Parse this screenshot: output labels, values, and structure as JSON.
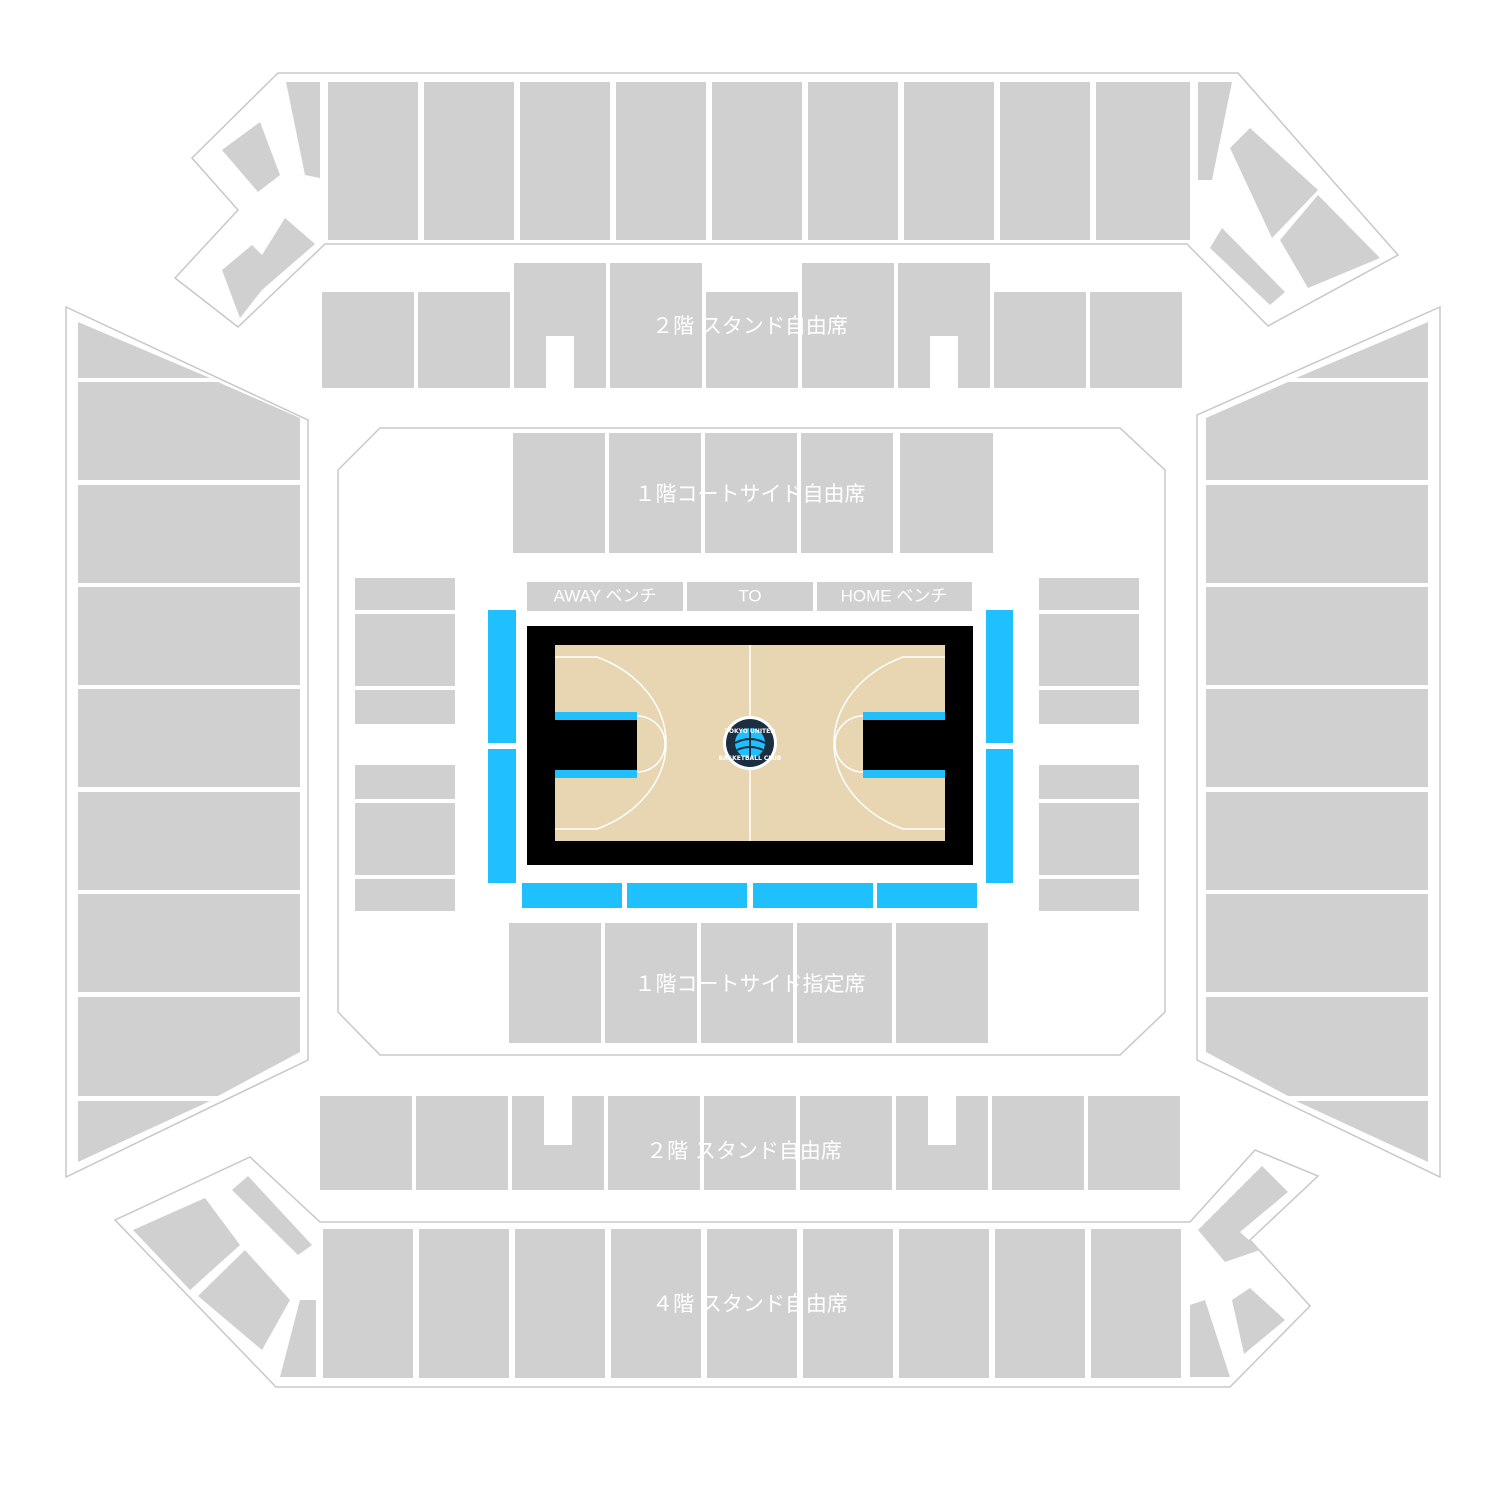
{
  "sections": {
    "stand_2f_upper": "２階 スタンド自由席",
    "courtside_free": "１階コートサイド自由席",
    "courtside_reserved": "１階コートサイド指定席",
    "stand_2f_lower": "２階 スタンド自由席",
    "stand_4f": "４階 スタンド自由席"
  },
  "benches": {
    "away": "AWAY ベンチ",
    "to": "TO",
    "home": "HOME ベンチ"
  },
  "logo": {
    "top": "TOKYO UNITED",
    "bottom": "BASKETBALL CLUB"
  },
  "colors": {
    "seat_block": "#d0d0d0",
    "premium_seat": "#20c0ff",
    "court_wood": "#e8d6b3",
    "court_border": "#000000"
  }
}
